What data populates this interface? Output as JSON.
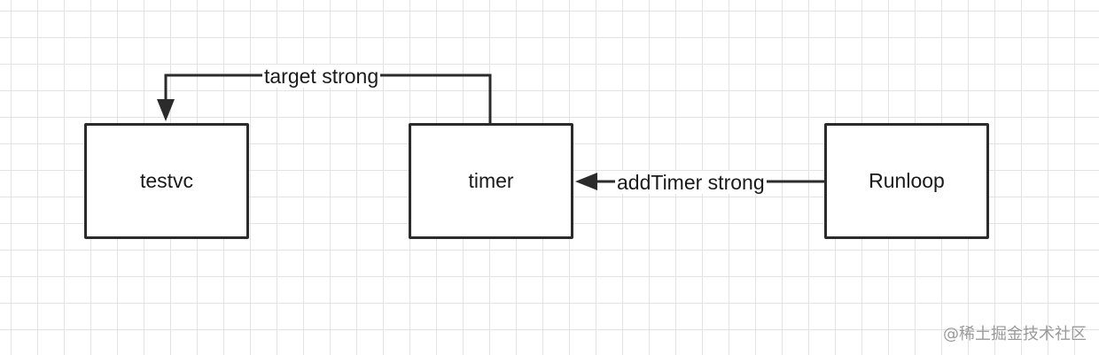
{
  "nodes": {
    "testvc": "testvc",
    "timer": "timer",
    "runloop": "Runloop"
  },
  "edges": {
    "timer_to_testvc": "target strong",
    "runloop_to_timer": "addTimer strong"
  },
  "watermark": "@稀土掘金技术社区",
  "colors": {
    "stroke": "#2b2b2b",
    "grid": "#e3e3e3",
    "text": "#1a1a1a",
    "watermark": "#9a9a9a"
  }
}
